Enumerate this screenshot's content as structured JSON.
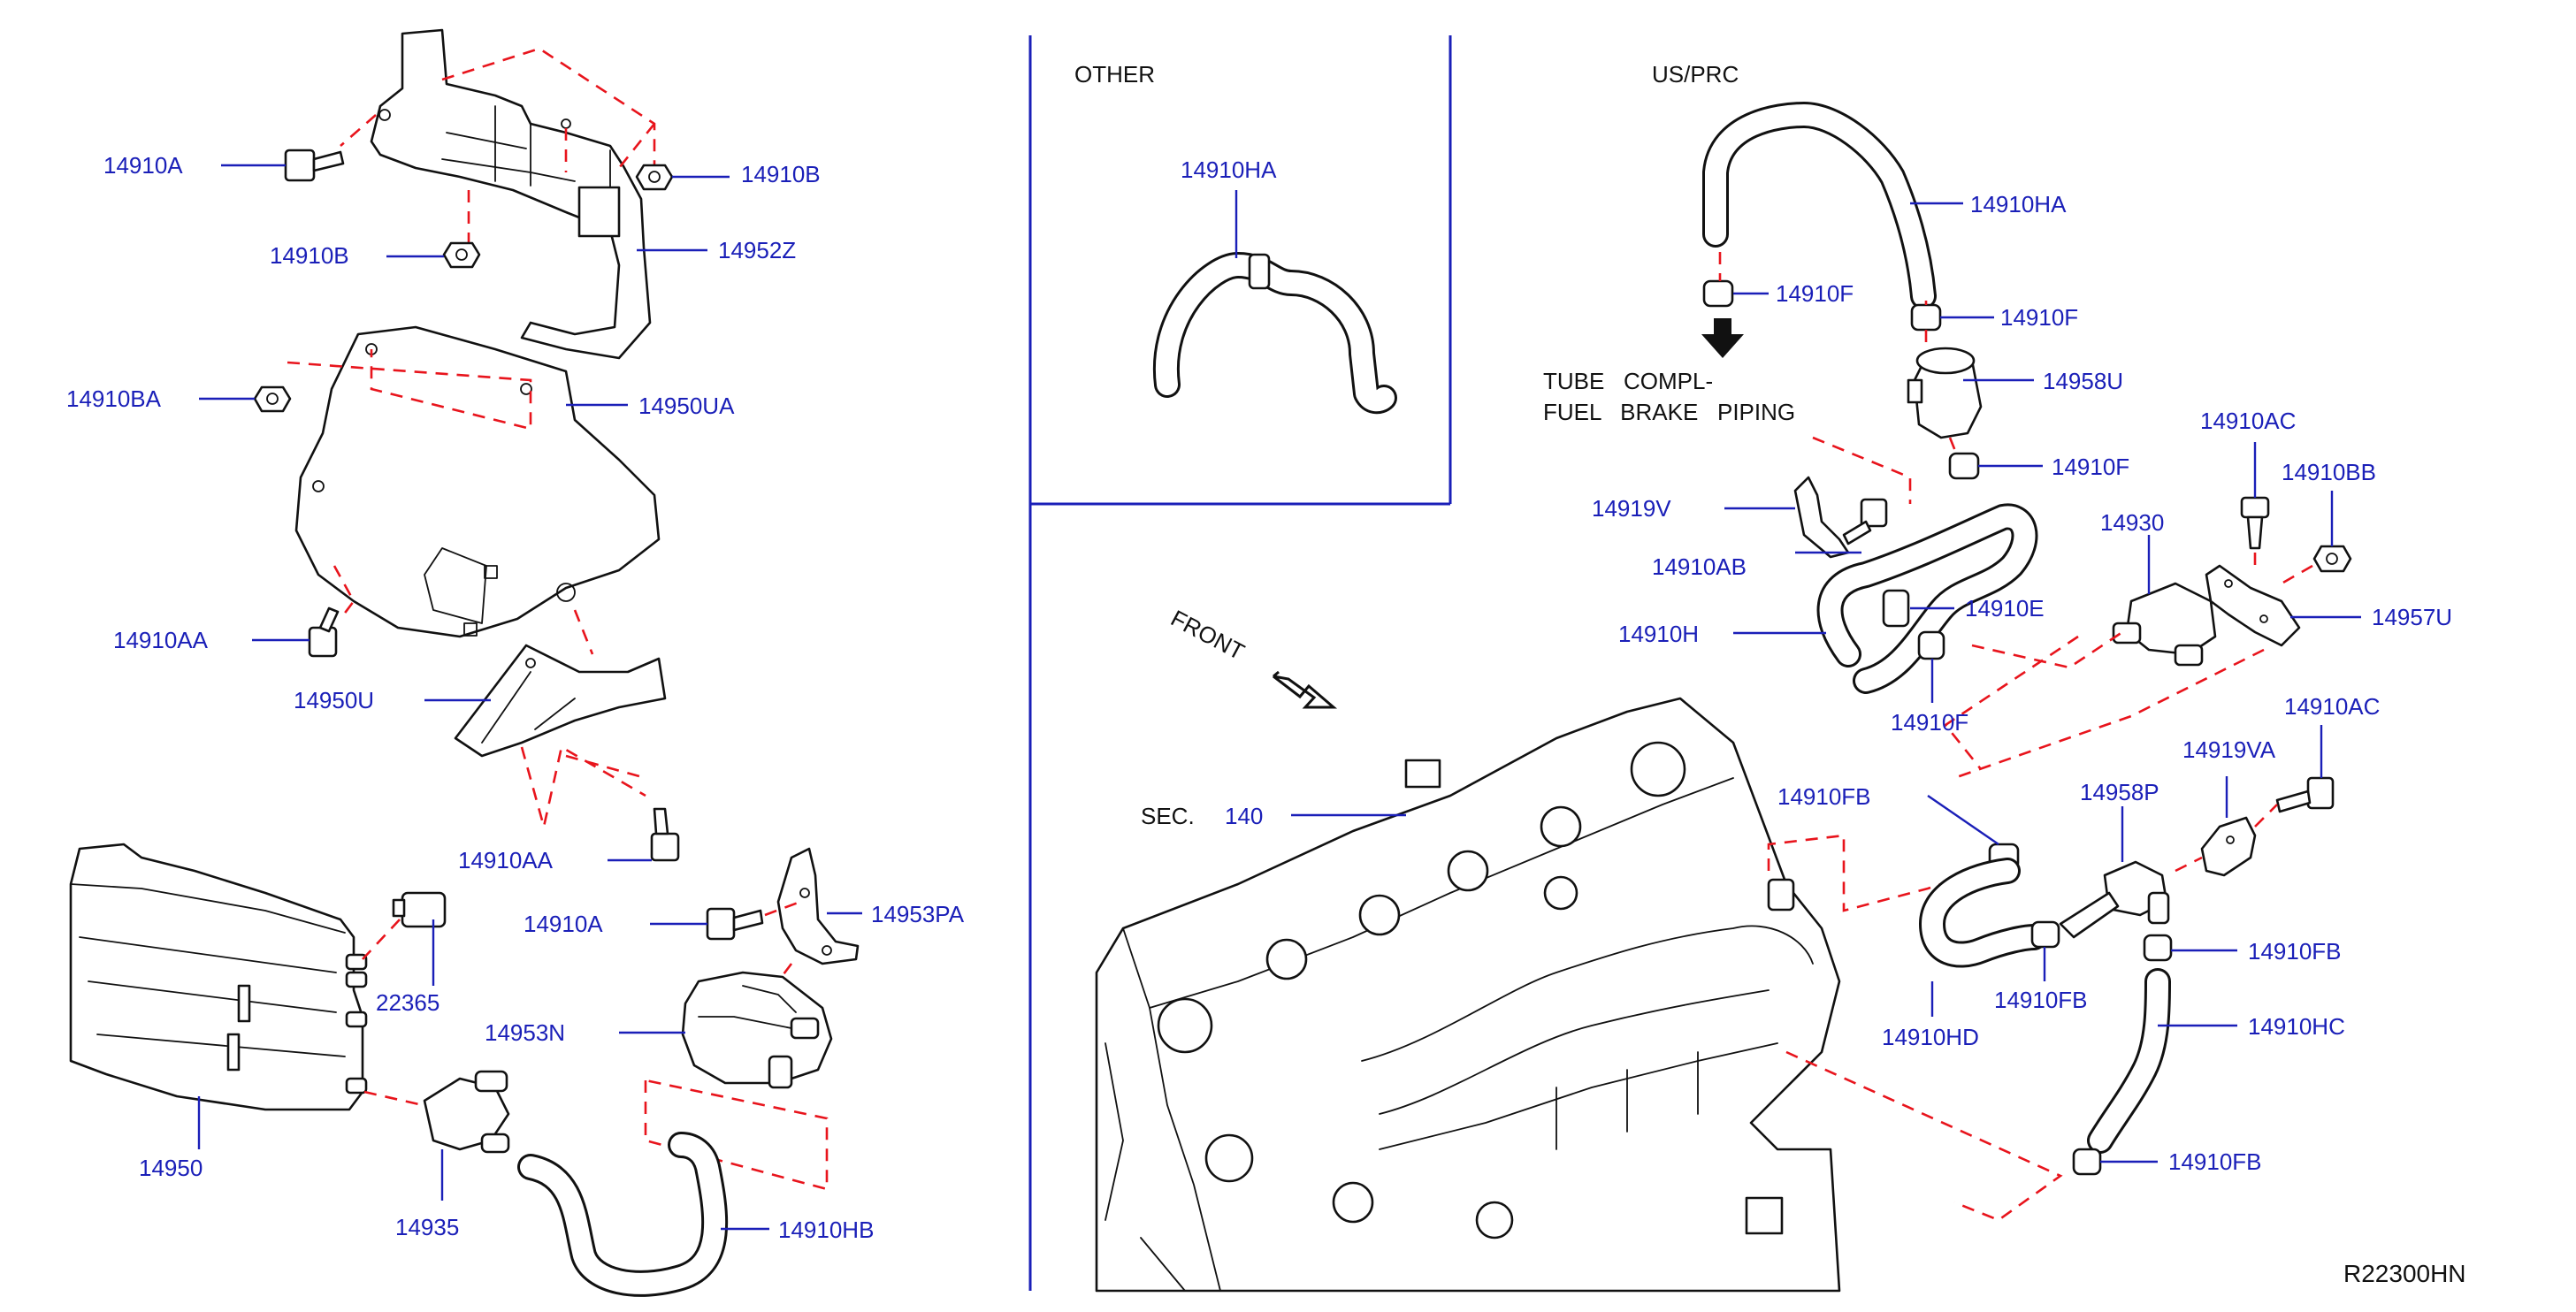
{
  "colors": {
    "part_label": "#1a1fb8",
    "leader": "#1a1fb8",
    "dashed_link": "#e8141c",
    "ink": "#111111"
  },
  "sections": {
    "other": "OTHER",
    "us_prc": "US/PRC"
  },
  "notes": {
    "front": "FRONT",
    "tube_line1": "TUBE   COMPL-",
    "tube_line2": "FUEL   BRAKE   PIPING",
    "sec": "SEC.",
    "sec_num": "140"
  },
  "ref_code": "R22300HN",
  "labels": {
    "p14910A_1": "14910A",
    "p14910B_1": "14910B",
    "p14910B_2": "14910B",
    "p14952Z": "14952Z",
    "p14910BA": "14910BA",
    "p14950UA": "14950UA",
    "p14910AA_1": "14910AA",
    "p14950U": "14950U",
    "p14910AA_2": "14910AA",
    "p14910A_2": "14910A",
    "p14953PA": "14953PA",
    "p22365": "22365",
    "p14953N": "14953N",
    "p14950": "14950",
    "p14935": "14935",
    "p14910HB": "14910HB",
    "p14910HA_other": "14910HA",
    "p14910HA": "14910HA",
    "p14910F_1": "14910F",
    "p14910F_2": "14910F",
    "p14958U": "14958U",
    "p14910F_3": "14910F",
    "p14919V": "14919V",
    "p14910AB": "14910AB",
    "p14910AC_1": "14910AC",
    "p14910BB": "14910BB",
    "p14930": "14930",
    "p14910E": "14910E",
    "p14957U": "14957U",
    "p14910H": "14910H",
    "p14910F_4": "14910F",
    "p14910AC_2": "14910AC",
    "p14910FB_1": "14910FB",
    "p14958P": "14958P",
    "p14919VA": "14919VA",
    "p14910FB_2": "14910FB",
    "p14910HD": "14910HD",
    "p14910FB_3": "14910FB",
    "p14910HC": "14910HC",
    "p14910FB_4": "14910FB"
  }
}
